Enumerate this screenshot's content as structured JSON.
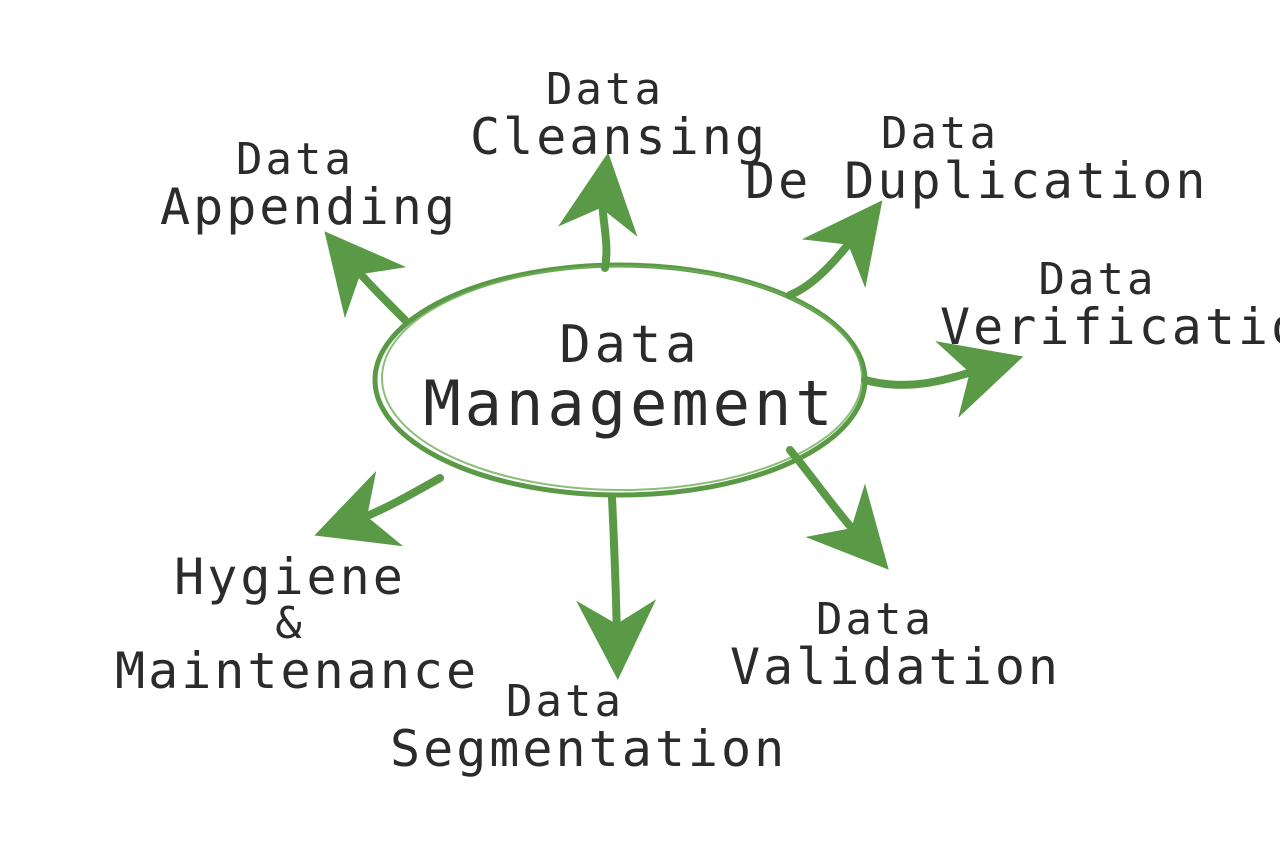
{
  "center": {
    "line1": "Data",
    "line2": "Management"
  },
  "nodes": {
    "cleansing": {
      "line1": "Data",
      "line2": "Cleansing"
    },
    "appending": {
      "line1": "Data",
      "line2": "Appending"
    },
    "deduplication": {
      "line1": "Data",
      "line2": "De Duplication"
    },
    "verification": {
      "line1": "Data",
      "line2": "Verification"
    },
    "hygiene": {
      "line1": "Hygiene",
      "line2": "&",
      "line3": "Maintenance"
    },
    "segmentation": {
      "line1": "Data",
      "line2": "Segmentation"
    },
    "validation": {
      "line1": "Data",
      "line2": "Validation"
    }
  },
  "colors": {
    "arrow": "#5a9a46",
    "text": "#2b2b2b",
    "background": "#ffffff"
  }
}
